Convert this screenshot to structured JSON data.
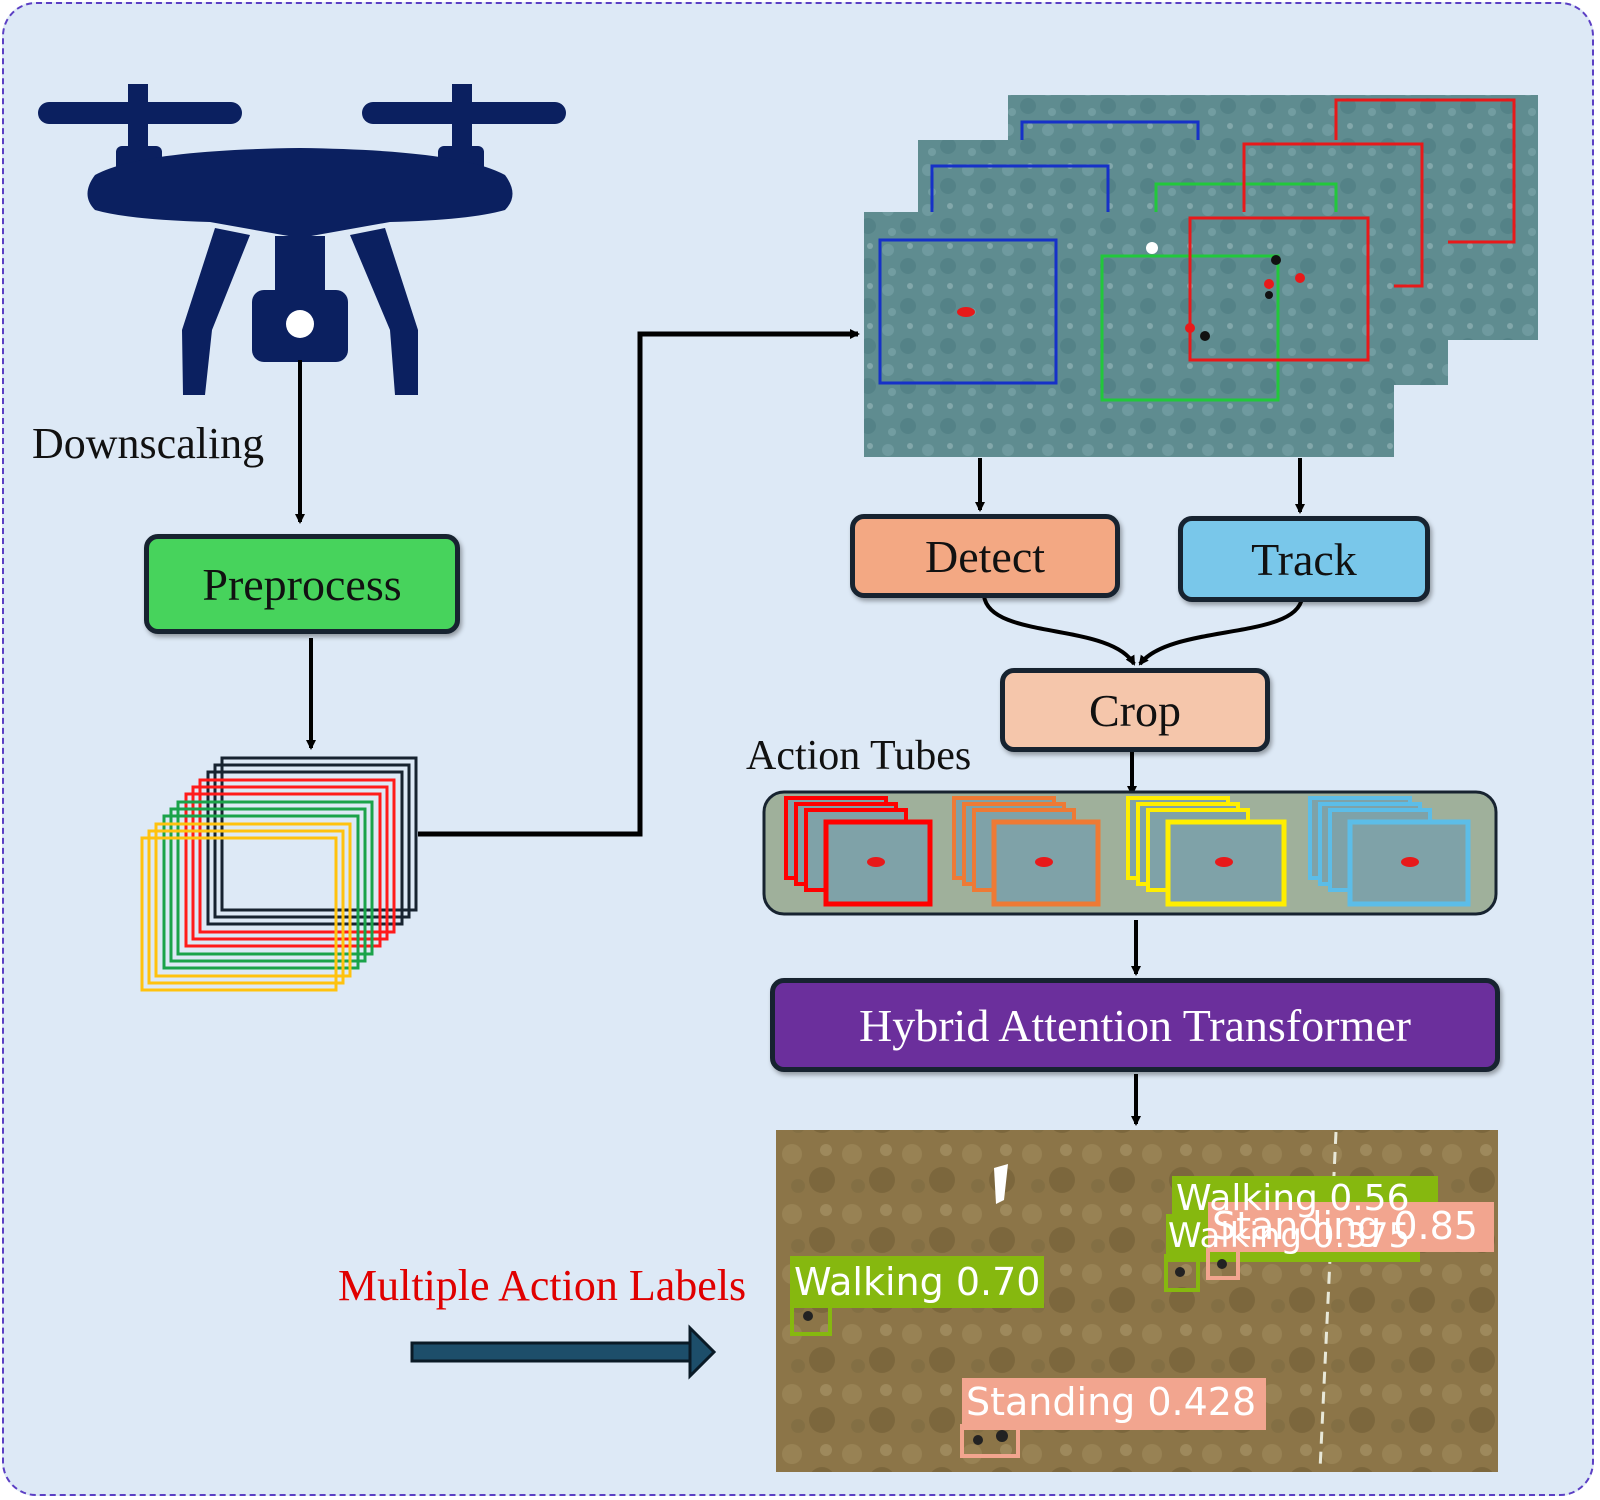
{
  "labels": {
    "downscaling": "Downscaling",
    "preprocess": "Preprocess",
    "detect": "Detect",
    "track": "Track",
    "crop": "Crop",
    "action_tubes": "Action Tubes",
    "hybrid_attention_transformer": "Hybrid Attention Transformer",
    "multiple_action_labels": "Multiple Action Labels"
  },
  "detections": [
    {
      "label": "Walking 0.70",
      "color": "#86b80f"
    },
    {
      "label": "Walking 0.56",
      "color": "#86b80f"
    },
    {
      "label": "Walking 0.375",
      "color": "#86b80f"
    },
    {
      "label": "Standing 0.85",
      "color": "#f2a58f"
    },
    {
      "label": "Standing 0.428",
      "color": "#f2a58f"
    }
  ],
  "colors": {
    "drone": "#0b2060",
    "preprocess": "#47d35c",
    "detect": "#f3a883",
    "track": "#79c7ea",
    "crop": "#f5c6ab",
    "transformer": "#6b2f9c",
    "action_labels_text": "#e00000",
    "tube_colors": [
      "#ff0000",
      "#ee7a35",
      "#ffee00",
      "#5cbde8"
    ]
  },
  "icons": [
    "drone-icon",
    "camera-icon",
    "frame-stack-icon",
    "big-arrow-icon"
  ]
}
